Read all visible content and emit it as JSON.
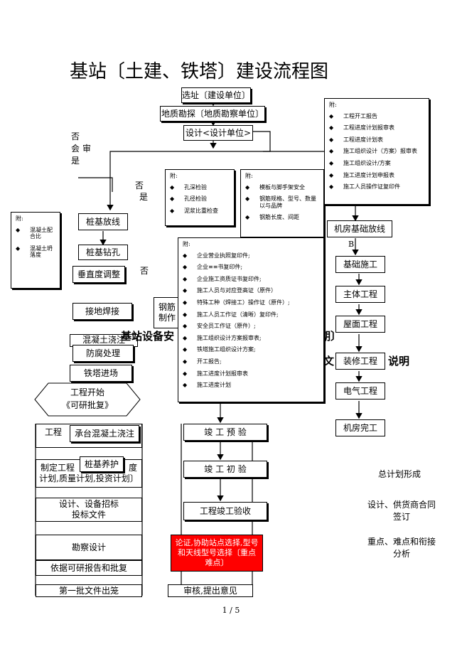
{
  "title": "基站〔土建、铁塔〕建设流程图",
  "top_flow": {
    "site": "选址〔建设单位〕",
    "survey": "地质勘探〔地质勘察单位〕",
    "design": "设计<设计单位>"
  },
  "left_labels": {
    "no": "否",
    "review": "审",
    "meet": "会",
    "yes": "是",
    "no2": "否",
    "yes2": "是",
    "no3": "否"
  },
  "note_left": {
    "head": "附:",
    "items": [
      "混凝土配合比",
      "混凝土坍落度"
    ]
  },
  "note_hole": {
    "head": "附:",
    "items": [
      "孔深检验",
      "孔径检验",
      "泥浆比重检查"
    ]
  },
  "note_steel": {
    "head": "附:",
    "items": [
      "模板与脚手架安全",
      "钢筋规格、型号、数量以与品牌",
      "钢筋长度、间距"
    ]
  },
  "note_right": {
    "head": "附:",
    "items": [
      "工程开工报告",
      "工程进度计划报审表",
      "工程进度计划表",
      "施工组织设计（方案）报审表",
      "施工组织设计/方案",
      "施工进度计划申报表",
      "施工人员操作证复印件"
    ]
  },
  "note_center": {
    "head": "附:",
    "items": [
      "企业营业执照复印件;",
      "企业≡≡书复印件;",
      "企业施工资质证书复印件;",
      "施工人员与对应登高证（原件）",
      "特殊工种（焊接工）操作证（原件）;",
      "施工人员工作证（清晰）复印件;",
      "安全员工作证（原件）;",
      "施工组织设计方案报审表;",
      "铁塔施工组织设计方案;",
      "开工报告;",
      "施工进度计划报审表",
      "施工进度计划"
    ]
  },
  "left_flow": {
    "pile_layout": "桩基放线",
    "pile_hole": "桩基钻孔",
    "vertical": "垂直度调整",
    "ground_weld": "接地焊接",
    "concrete_partial": "混凝土浇注",
    "anticorrosion": "防腐处理",
    "tower_enter": "铁塔进场",
    "hole_partial2": "钢筋",
    "make_partial": "制作"
  },
  "hexagon": {
    "line1": "工程开始",
    "line2": "《可研批复》"
  },
  "right_flow": {
    "room_layout": "机房基础放线",
    "base": "基础施工",
    "main": "主体工程",
    "roof": "屋面工程",
    "decor": "装修工程",
    "electric": "电气工程",
    "done": "机房完工",
    "b_label": "B"
  },
  "overlap_titles": {
    "equip": "基站设备安",
    "early": "〔前期〕",
    "form": "形成文",
    "explain": "说明"
  },
  "bottom_left": {
    "eng_partial": "工程",
    "cap_pour": "承台混凝土浇注",
    "plan": "制定工程进度计划,质量计划,投资计划",
    "plan_left": "制定工程",
    "plan_right": "度",
    "plan_line2": "计划,质量计划,投资计划〕",
    "pile_cure": "桩基养护",
    "bid_line1": "设计、设备招标",
    "bid_line2": "投标文件",
    "survey_design": "勘察设计",
    "by_report": "依据可研报告和批复",
    "first_docs": "第一批文件出笼"
  },
  "bottom_center": {
    "pre_accept": "竣 工 预 验",
    "first_accept": "竣 工 初 验",
    "final_accept": "工程竣工验收",
    "red_text": "论证,协助站点选择,型号和天线型号选择〔重点难点〕",
    "review_opinion": "审核,提出意见"
  },
  "bottom_right": {
    "total_plan": "总计划形成",
    "contract_line1": "设计、供货商合同",
    "contract_line2": "签订",
    "key_line1": "重点、难点和衔接",
    "key_line2": "分析"
  },
  "footer": "1 / 5"
}
